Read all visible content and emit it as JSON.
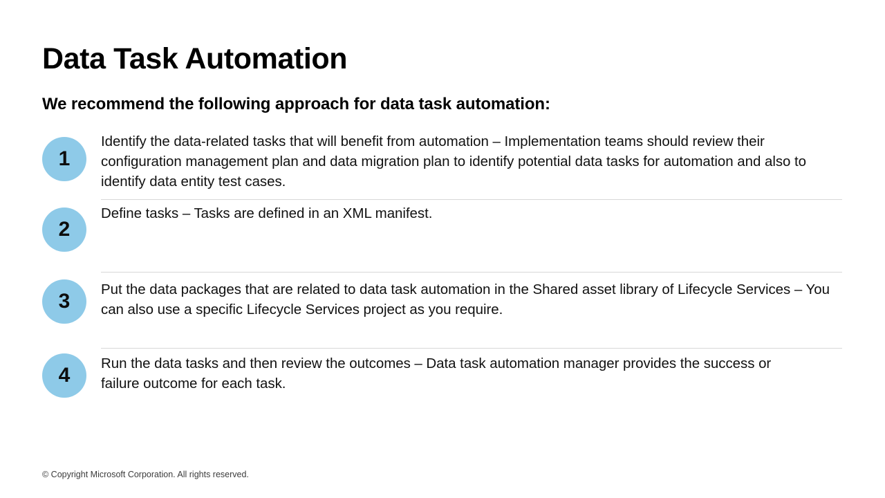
{
  "slide": {
    "title": "Data Task Automation",
    "subtitle": "We recommend the following approach for data task automation:",
    "accent_color": "#8ECAE8",
    "divider_color": "#d7d7d7",
    "background_color": "#ffffff",
    "text_color": "#000000",
    "steps": [
      {
        "number": "1",
        "text": "Identify the data-related tasks that will benefit from automation – Implementation teams should review their configuration management plan and data migration plan to identify potential data tasks for automation and also to identify data entity test cases."
      },
      {
        "number": "2",
        "text": "Define tasks – Tasks are defined in an XML manifest."
      },
      {
        "number": "3",
        "text": "Put the data packages that are related to data task automation in the Shared asset library of Lifecycle Services – You can also use a specific Lifecycle Services project as you require."
      },
      {
        "number": "4",
        "text": "Run the data tasks and then review the outcomes – Data task automation manager provides the success or failure outcome for each task."
      }
    ],
    "footer": {
      "copyright": "© Copyright Microsoft Corporation. All rights reserved."
    }
  }
}
